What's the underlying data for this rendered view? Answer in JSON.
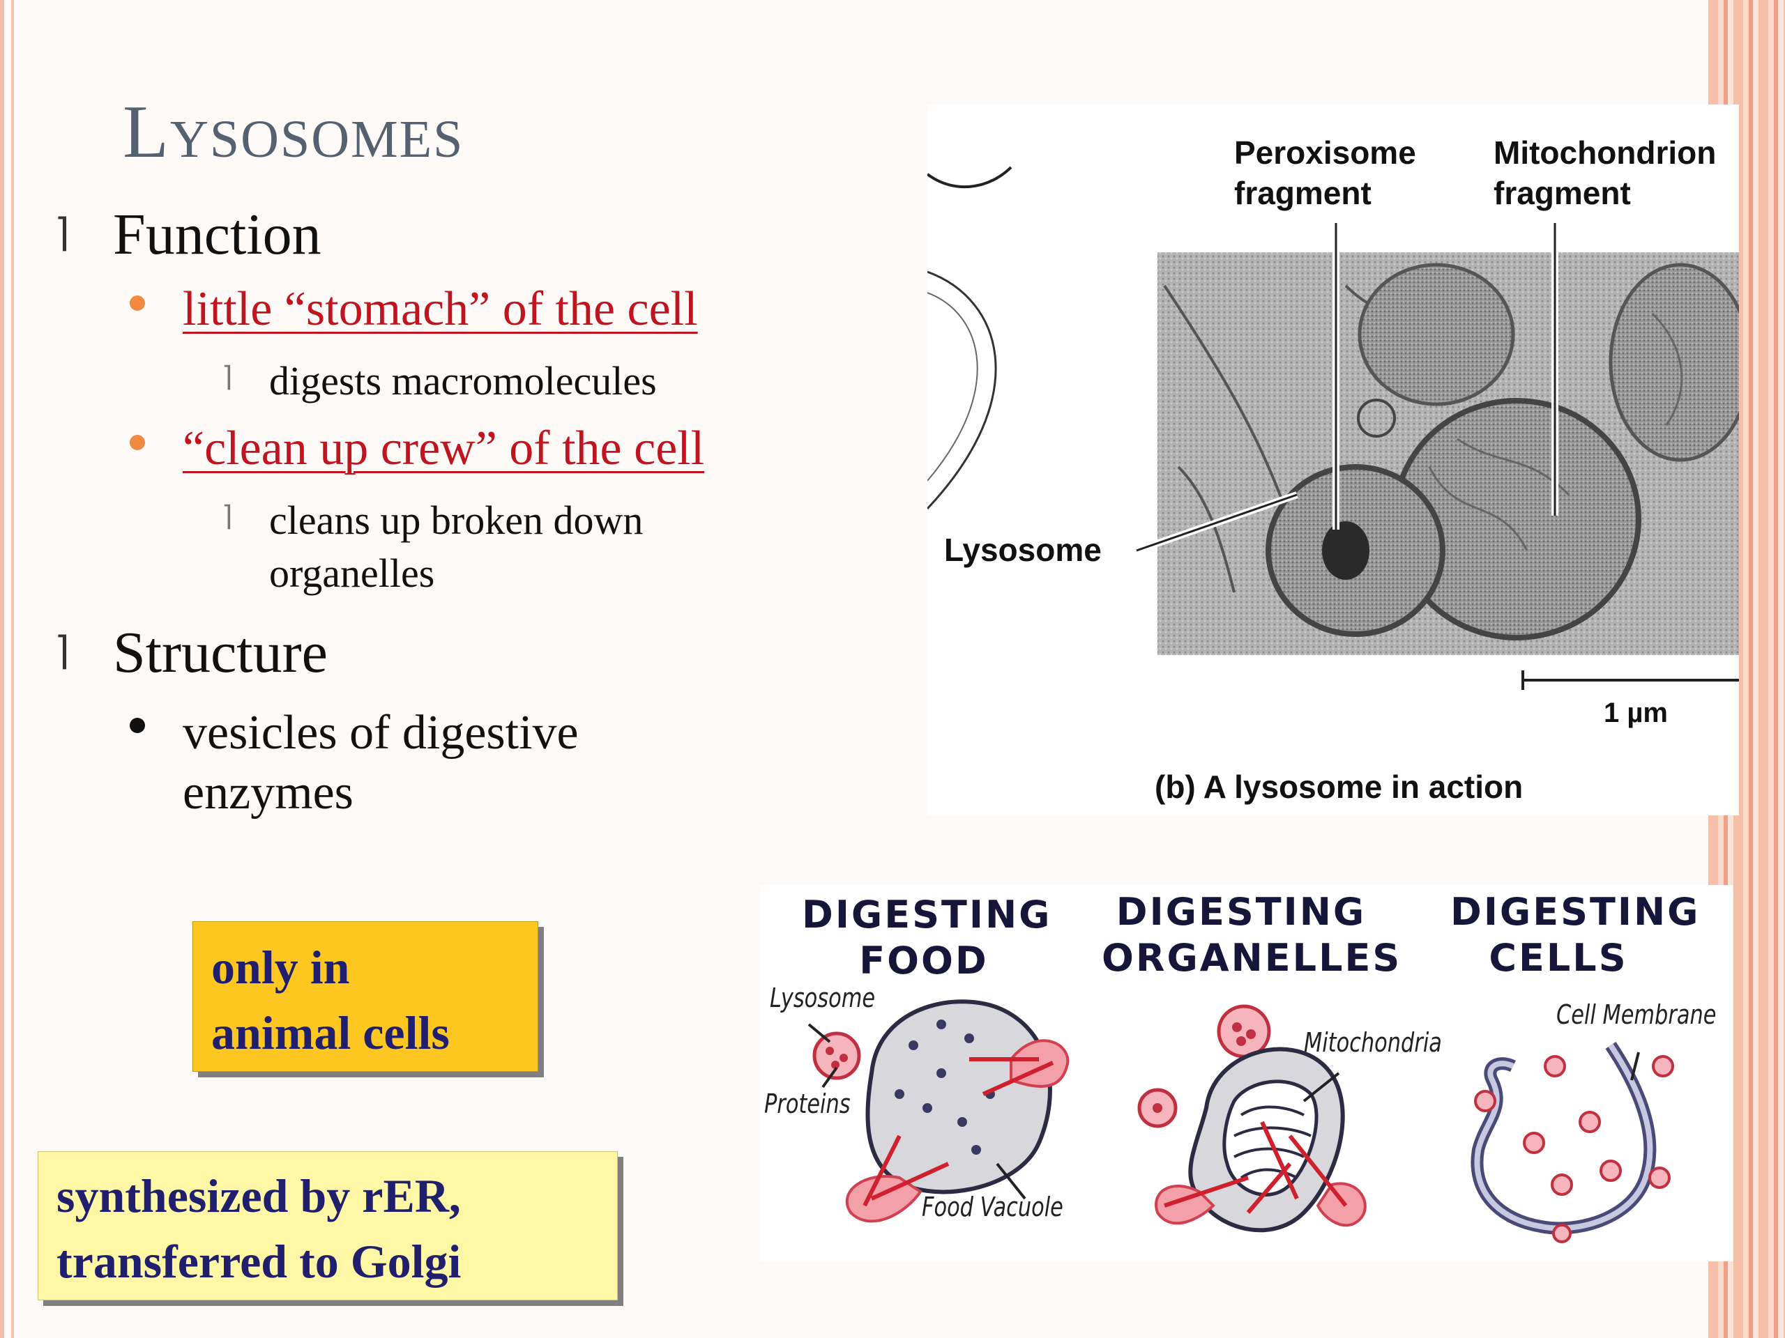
{
  "slide": {
    "title": "Lysosomes",
    "function_heading": "Function",
    "function_bullets": [
      {
        "text": "little “stomach” of the cell",
        "sub": [
          "digests macromolecules"
        ]
      },
      {
        "text": "“clean up crew” of the cell",
        "sub": [
          "cleans up broken down",
          "organelles"
        ]
      }
    ],
    "structure_heading": "Structure",
    "structure_bullet": [
      "vesicles of digestive",
      "enzymes"
    ],
    "callout_animal": [
      "only in",
      "animal cells"
    ],
    "callout_synth": [
      "synthesized by rER,",
      "transferred to Golgi"
    ]
  },
  "figure_top": {
    "label_peroxisome": [
      "Peroxisome",
      "fragment"
    ],
    "label_mitochondrion": [
      "Mitochondrion",
      "fragment"
    ],
    "label_lysosome": "Lysosome",
    "scale": "1 µm",
    "caption": "(b) A lysosome in action"
  },
  "figure_bottom": {
    "panel1": {
      "title": [
        "DIGESTING",
        "FOOD"
      ],
      "labels": [
        "Lysosome",
        "Proteins",
        "Food Vacuole"
      ]
    },
    "panel2": {
      "title": [
        "DIGESTING",
        "ORGANELLES"
      ],
      "labels": [
        "Mitochondria"
      ]
    },
    "panel3": {
      "title": [
        "DIGESTING",
        "CELLS"
      ],
      "labels": [
        "Cell Membrane"
      ]
    }
  },
  "colors": {
    "accent_red": "#c0141e",
    "bullet_orange": "#f08a40",
    "callout_yellow": "#fec620",
    "callout_pale": "#fff7a6",
    "title_gray": "#556070"
  }
}
